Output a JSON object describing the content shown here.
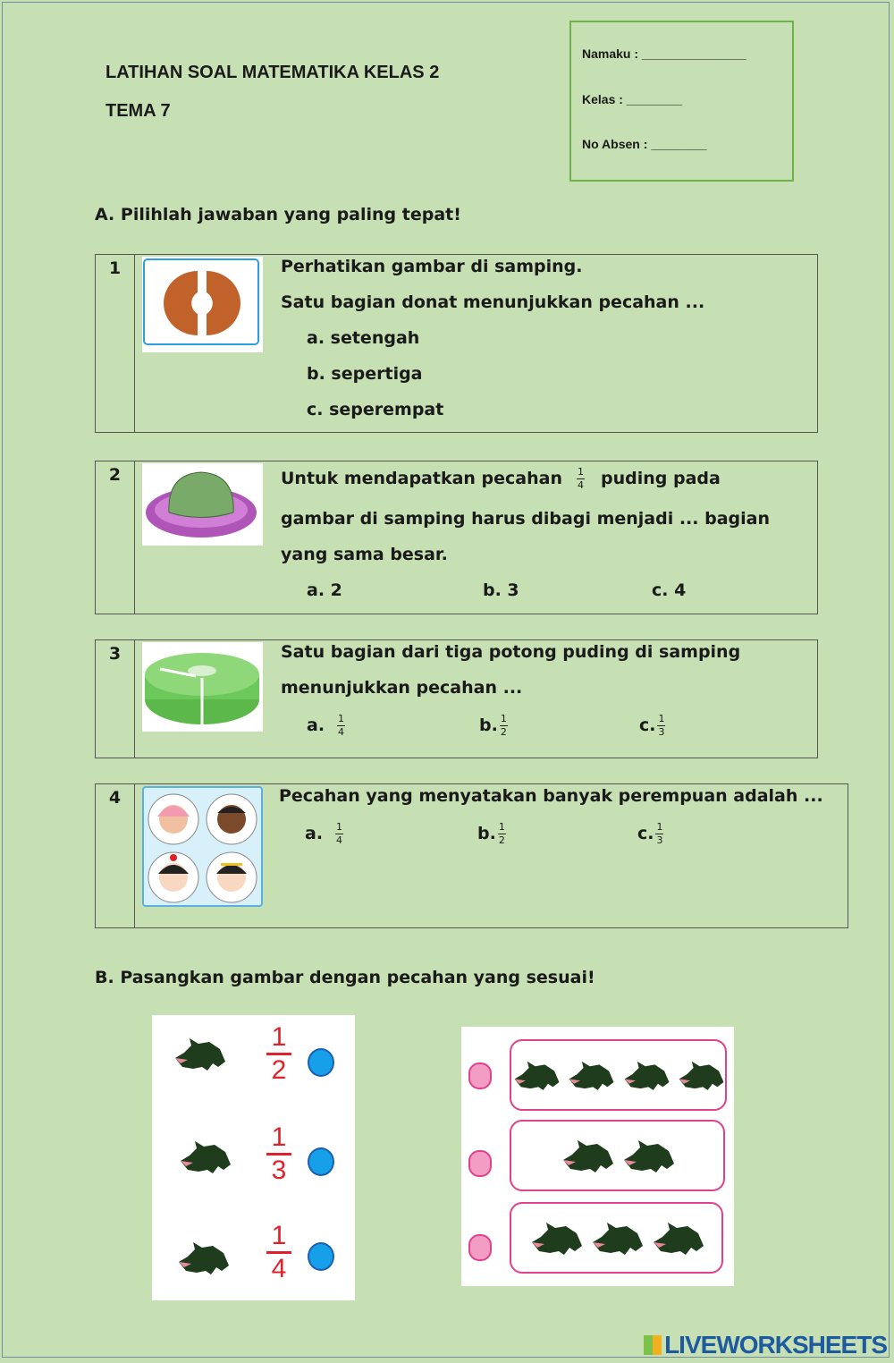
{
  "header": {
    "title": "LATIHAN SOAL MATEMATIKA KELAS 2",
    "subtitle": "TEMA 7"
  },
  "identity": {
    "name": "Namaku  : _______________",
    "class": "Kelas       : ________",
    "absen": "No Absen : ________"
  },
  "sectionA": {
    "title": "A.  Pilihlah jawaban yang paling tepat!"
  },
  "questions": [
    {
      "num": "1",
      "image": "donut-split",
      "lines": [
        "Perhatikan gambar di samping.",
        "Satu bagian donat menunjukkan pecahan ..."
      ],
      "options": [
        "a.  setengah",
        "b.  sepertiga",
        "c.  seperempat"
      ]
    },
    {
      "num": "2",
      "image": "pudding-plate",
      "line1a": "Untuk mendapatkan pecahan",
      "frac": [
        "1",
        "4"
      ],
      "line1b": "puding pada",
      "lines": [
        "gambar di samping harus dibagi menjadi ... bagian",
        "yang sama besar."
      ],
      "options": [
        "a.  2",
        "b. 3",
        "c. 4"
      ]
    },
    {
      "num": "3",
      "image": "green-pudding-cut",
      "lines": [
        "Satu bagian dari  tiga potong puding di samping",
        "menunjukkan pecahan ..."
      ],
      "options": [
        {
          "label": "a.",
          "n": "1",
          "d": "4"
        },
        {
          "label": "b.",
          "n": "1",
          "d": "2"
        },
        {
          "label": "c.",
          "n": "1",
          "d": "3"
        }
      ]
    },
    {
      "num": "4",
      "image": "four-children",
      "lines": [
        "Pecahan yang menyatakan banyak perempuan adalah ..."
      ],
      "options": [
        {
          "label": "a.",
          "n": "1",
          "d": "4"
        },
        {
          "label": "b.",
          "n": "1",
          "d": "2"
        },
        {
          "label": "c.",
          "n": "1",
          "d": "3"
        }
      ]
    }
  ],
  "sectionB": {
    "title": "B.  Pasangkan gambar dengan pecahan yang sesuai!",
    "left": [
      {
        "n": "1",
        "d": "2"
      },
      {
        "n": "1",
        "d": "3"
      },
      {
        "n": "1",
        "d": "4"
      }
    ],
    "right_counts": [
      4,
      2,
      3
    ]
  },
  "colors": {
    "background": "#c6e0b4",
    "fraction": "#e0202a",
    "blue_dot": "#17a0ea",
    "pink": "#e0408c",
    "croc": "#1f3d1c"
  },
  "footer": {
    "logo": "LIVEWORKSHEETS"
  }
}
